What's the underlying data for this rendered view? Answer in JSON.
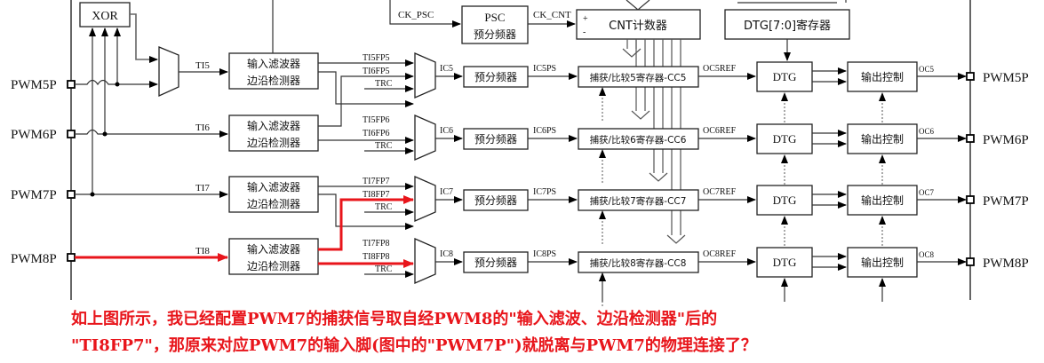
{
  "diagram": {
    "xor_label": "XOR",
    "ck_psc": "CK_PSC",
    "ck_cnt": "CK_CNT",
    "psc_line1": "PSC",
    "psc_line2": "预分频器",
    "cnt_label": "CNT计数器",
    "cnt_plus": "+",
    "cnt_minus": "-",
    "dtg_reg": "DTG[7:0]寄存器",
    "filter_line1": "输入滤波器",
    "filter_line2": "边沿检测器",
    "prescaler": "预分频器",
    "dtg": "DTG",
    "out_ctrl": "输出控制",
    "trc": "TRC",
    "channels": [
      {
        "pin": "PWM5P",
        "ti": "TI5",
        "fpa": "TI5FP5",
        "fpb": "TI6FP5",
        "ic": "IC5",
        "icps": "IC5PS",
        "cc": "捕获/比较5寄存器-CC5",
        "ocref": "OC5REF",
        "oc": "OC5"
      },
      {
        "pin": "PWM6P",
        "ti": "TI6",
        "fpa": "TI5FP6",
        "fpb": "TI6FP6",
        "ic": "IC6",
        "icps": "IC6PS",
        "cc": "捕获/比较6寄存器-CC6",
        "ocref": "OC6REF",
        "oc": "OC6"
      },
      {
        "pin": "PWM7P",
        "ti": "TI7",
        "fpa": "TI7FP7",
        "fpb": "TI8FP7",
        "ic": "IC7",
        "icps": "IC7PS",
        "cc": "捕获/比较7寄存器-CC7",
        "ocref": "OC7REF",
        "oc": "OC7"
      },
      {
        "pin": "PWM8P",
        "ti": "TI8",
        "fpa": "TI7FP8",
        "fpb": "TI8FP8",
        "ic": "IC8",
        "icps": "IC8PS",
        "cc": "捕获/比较8寄存器-CC8",
        "ocref": "OC8REF",
        "oc": "OC8"
      }
    ],
    "highlight_color": "#e8151b"
  },
  "question": {
    "line1": "如上图所示，我已经配置PWM7的捕获信号取自经PWM8的\"输入滤波、边沿检测器\"后的",
    "line2": "\"TI8FP7\"，那原来对应PWM7的输入脚(图中的\"PWM7P\")就脱离与PWM7的物理连接了？"
  }
}
